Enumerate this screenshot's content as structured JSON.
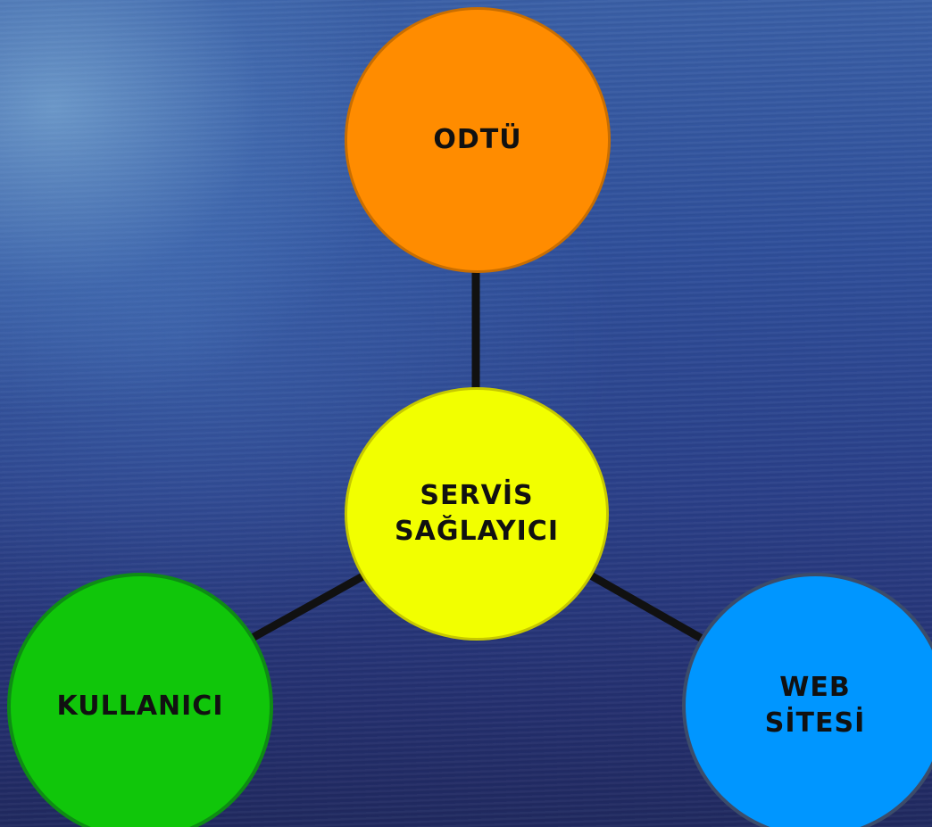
{
  "diagram": {
    "nodes": {
      "top": {
        "lines": [
          "ODTÜ"
        ],
        "color": "#ff8c00"
      },
      "center": {
        "lines": [
          "SERVİS",
          "SAĞLAYICI"
        ],
        "color": "#f2ff00"
      },
      "left": {
        "lines": [
          "KULLANICI"
        ],
        "color": "#10c60a"
      },
      "right": {
        "lines": [
          "WEB",
          "SİTESİ"
        ],
        "color": "#0096ff"
      }
    },
    "connector_color": "#111111"
  }
}
